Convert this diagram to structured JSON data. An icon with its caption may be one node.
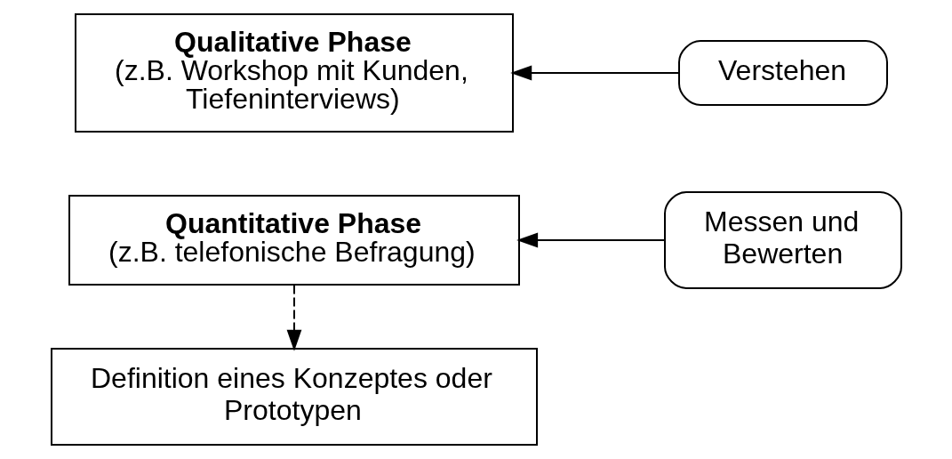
{
  "diagram": {
    "nodes": [
      {
        "text": [
          "Definition eines Konzeptes oder Prototypen"
        ]
      },
      {
        "text": [
          "Qualitative Phase",
          "(z.B. Workshop mit Kunden, Tiefeninterviews)"
        ]
      },
      {
        "text": [
          "Quantitative Phase",
          "(z.B. telefonische Befragung)"
        ]
      },
      {
        "text": [
          "Verstehen"
        ]
      },
      {
        "text": [
          "Messen und Bewerten"
        ]
      }
    ],
    "edges": [
      {
        "from": 2,
        "to": 0,
        "arrow": "to",
        "style": "dashed"
      },
      {
        "from": 3,
        "to": 1,
        "arrow": "to"
      },
      {
        "from": 4,
        "to": 2,
        "arrow": "to"
      }
    ]
  }
}
